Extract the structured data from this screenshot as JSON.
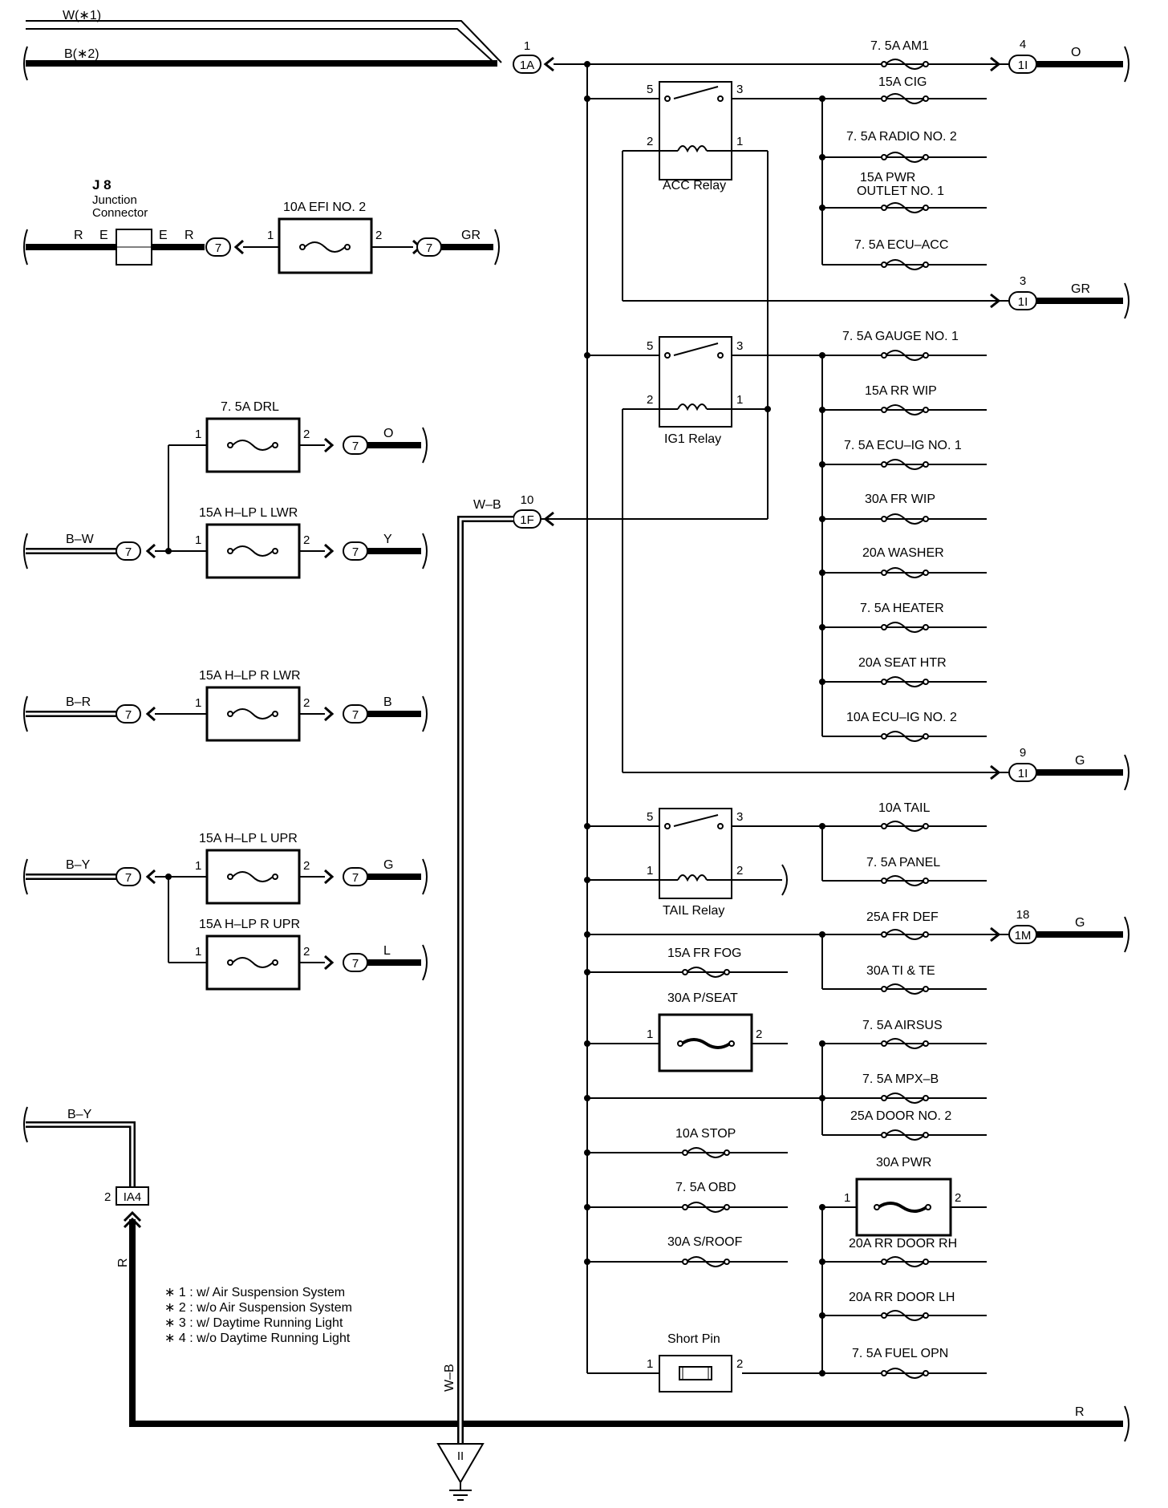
{
  "top": {
    "wire1": "W(∗1)",
    "wire2": "B(∗2)",
    "conn_1A": "1A",
    "pin_1A": "1"
  },
  "j8": {
    "id": "J 8",
    "line1": "Junction",
    "line2": "Connector",
    "w_left": "R",
    "e_left": "E",
    "e_right": "E",
    "w_right": "R"
  },
  "efi": {
    "label": "10A EFI NO. 2",
    "conn": "7",
    "pin1": "1",
    "pin2": "2",
    "wire_out": "GR"
  },
  "left_fuses": [
    {
      "label": "7. 5A DRL",
      "wire_out": "O",
      "conn": "7",
      "pin1": "1",
      "pin2": "2"
    },
    {
      "label": "15A H–LP L LWR",
      "wire_out": "Y",
      "conn": "7",
      "pin1": "1",
      "pin2": "2"
    },
    {
      "label": "15A H–LP R LWR",
      "wire_out": "B",
      "conn": "7",
      "pin1": "1",
      "pin2": "2"
    },
    {
      "label": "15A H–LP L UPR",
      "wire_out": "G",
      "conn": "7",
      "pin1": "1",
      "pin2": "2"
    },
    {
      "label": "15A H–LP R UPR",
      "wire_out": "L",
      "conn": "7",
      "pin1": "1",
      "pin2": "2"
    }
  ],
  "left_inputs": [
    {
      "wire": "B–W",
      "conn": "7"
    },
    {
      "wire": "B–R",
      "conn": "7"
    },
    {
      "wire": "B–Y",
      "conn": "7"
    }
  ],
  "ia4": {
    "wire_top": "B–Y",
    "conn": "IA4",
    "pin": "2",
    "wire_down": "R"
  },
  "conn_1F": {
    "id": "1F",
    "pin": "10",
    "wire": "W–B",
    "wire_down": "W–B"
  },
  "ground": {
    "symbol": "II"
  },
  "notes": [
    "∗ 1 : w/ Air Suspension System",
    "∗ 2 : w/o Air Suspension System",
    "∗ 3 : w/ Daytime Running Light",
    "∗ 4 : w/o Daytime Running Light"
  ],
  "relays": [
    {
      "name": "ACC Relay",
      "p5": "5",
      "p3": "3",
      "p2": "2",
      "p1": "1"
    },
    {
      "name": "IG1 Relay",
      "p5": "5",
      "p3": "3",
      "p2": "2",
      "p1": "1"
    },
    {
      "name": "TAIL Relay",
      "p5": "5",
      "p3": "3",
      "p2": "2",
      "p1": "1"
    }
  ],
  "right_outs": [
    {
      "conn": "1I",
      "pin": "4",
      "wire": "O"
    },
    {
      "conn": "1I",
      "pin": "3",
      "wire": "GR"
    },
    {
      "conn": "1I",
      "pin": "9",
      "wire": "G"
    },
    {
      "conn": "1M",
      "pin": "18",
      "wire": "G"
    }
  ],
  "right_fuses": [
    "7. 5A AM1",
    "15A CIG",
    "7. 5A RADIO NO. 2",
    "15A PWR",
    "OUTLET NO. 1",
    "7. 5A ECU–ACC",
    "7. 5A GAUGE NO. 1",
    "15A RR WIP",
    "7. 5A ECU–IG NO. 1",
    "30A FR WIP",
    "20A WASHER",
    "7. 5A HEATER",
    "20A SEAT HTR",
    "10A ECU–IG NO. 2",
    "10A TAIL",
    "7. 5A PANEL",
    "25A FR DEF",
    "30A TI & TE",
    "7. 5A AIRSUS",
    "7. 5A MPX–B",
    "25A DOOR NO. 2",
    "20A RR DOOR RH",
    "20A RR DOOR LH",
    "7. 5A FUEL OPN"
  ],
  "middle_fuses": [
    "15A FR FOG",
    "10A STOP",
    "7. 5A OBD",
    "30A S/ROOF"
  ],
  "pseat": {
    "label": "30A P/SEAT",
    "pin1": "1",
    "pin2": "2"
  },
  "pwr": {
    "label": "30A PWR",
    "pin1": "1",
    "pin2": "2"
  },
  "short_pin": {
    "label": "Short Pin",
    "pin1": "1",
    "pin2": "2"
  },
  "bottom_wire": "R"
}
